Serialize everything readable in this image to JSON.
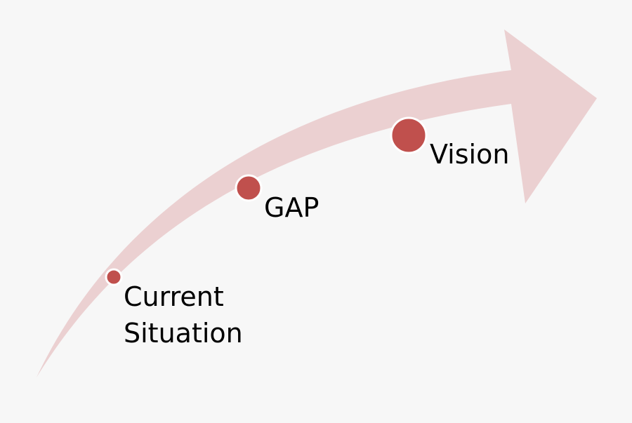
{
  "diagram": {
    "stages": [
      {
        "label_lines": [
          "Current",
          "Situation"
        ]
      },
      {
        "label_lines": [
          "GAP"
        ]
      },
      {
        "label_lines": [
          "Vision"
        ]
      }
    ]
  },
  "colors": {
    "background": "#f7f7f7",
    "arrow": "#ebd0d1",
    "dot_fill": "#c0504d",
    "dot_stroke": "#ffffff",
    "text": "#000000"
  }
}
